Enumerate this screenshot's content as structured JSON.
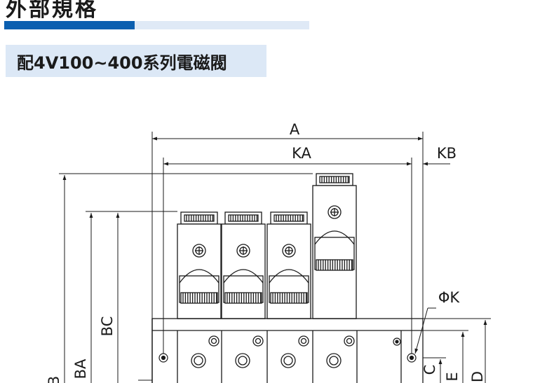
{
  "header": {
    "section_title": "外部規格",
    "subtitle": "配4V100~400系列電磁閥"
  },
  "dimensions": {
    "A": "A",
    "KA": "KA",
    "KB": "KB",
    "B": "B",
    "BA": "BA",
    "BC": "BC",
    "PHI_K": "ΦK",
    "C": "C",
    "E": "E",
    "D": "D"
  },
  "colors": {
    "accent_dark": "#0b5fb0",
    "accent_light": "#dfe9f6",
    "subtitle_bg": "#dce8f6",
    "line": "#1a1a1a"
  }
}
